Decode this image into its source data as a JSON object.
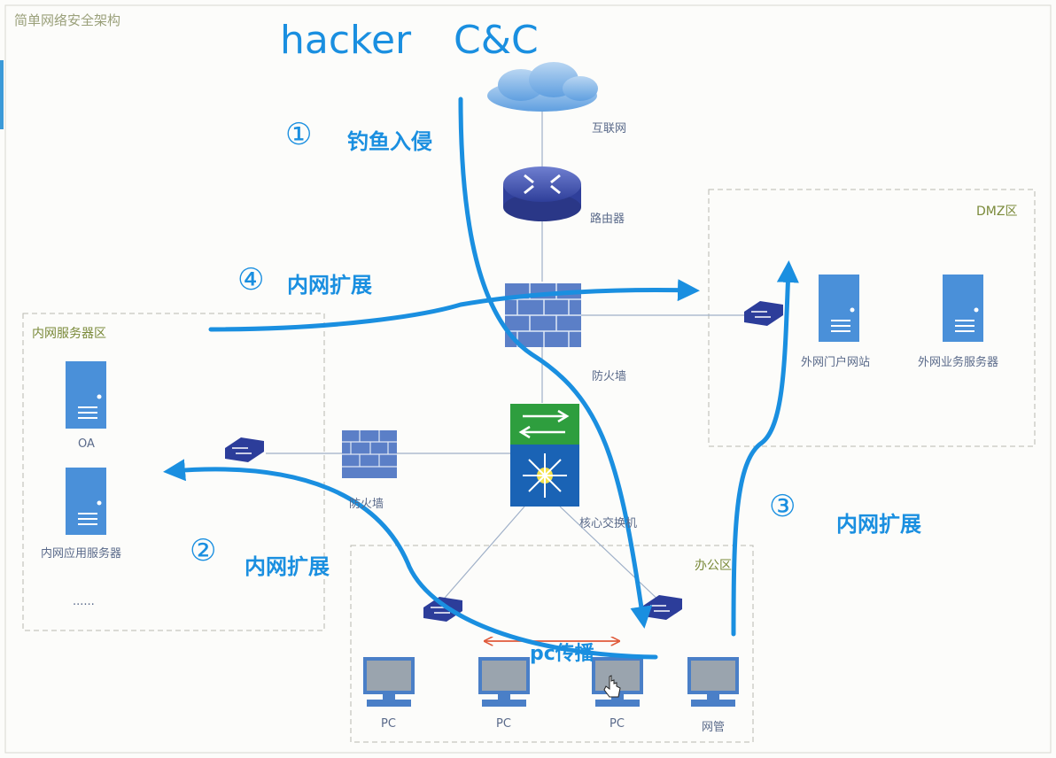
{
  "page": {
    "title": "简单网络安全架构"
  },
  "header": {
    "hacker": "hacker",
    "cc": "C&C"
  },
  "nodes": {
    "internet": "互联网",
    "router": "路由器",
    "firewall_top": "防火墙",
    "firewall_left": "防火墙",
    "core_switch": "核心交换机",
    "portal": "外网门户网站",
    "biz_server": "外网业务服务器",
    "oa": "OA",
    "app_server": "内网应用服务器",
    "ellipsis": "......",
    "pc1": "PC",
    "pc2": "PC",
    "pc3": "PC",
    "netmgr": "网管"
  },
  "zones": {
    "dmz": "DMZ区",
    "intranet_servers": "内网服务器区",
    "office": "办公区"
  },
  "steps": [
    {
      "num": "①",
      "label": "钓鱼入侵"
    },
    {
      "num": "②",
      "label": "内网扩展"
    },
    {
      "num": "③",
      "label": "内网扩展"
    },
    {
      "num": "④",
      "label": "内网扩展"
    }
  ],
  "pc_spread": "pc传播",
  "colors": {
    "arrow": "#1a8fe0",
    "server": "#4a90d9",
    "firewall": "#5b7fc7",
    "zone_border": "#b8b8b0",
    "spread_arrow": "#e05a3a"
  }
}
